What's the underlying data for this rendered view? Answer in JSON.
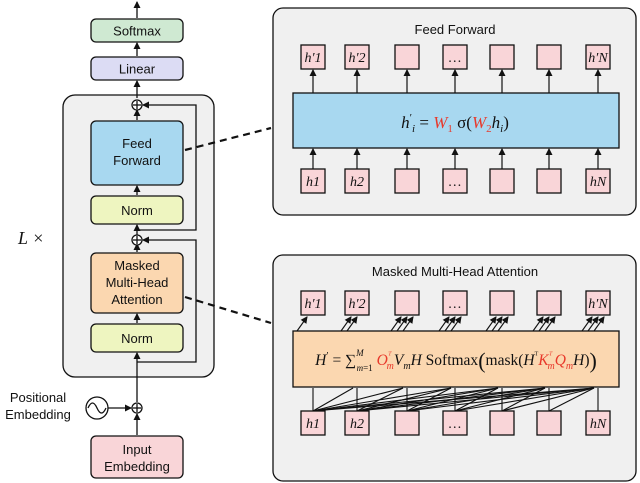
{
  "left": {
    "softmax": "Softmax",
    "linear": "Linear",
    "feed_forward": [
      "Feed",
      "Forward"
    ],
    "norm_top": "Norm",
    "masked_attention": [
      "Masked",
      "Multi-Head",
      "Attention"
    ],
    "norm_bottom": "Norm",
    "repeat_label": "L ×",
    "positional_embedding": [
      "Positional",
      "Embedding"
    ],
    "input_embedding": [
      "Input",
      "Embedding"
    ]
  },
  "feed_forward_panel": {
    "title": "Feed Forward",
    "top_tokens": [
      "h′1",
      "h′2",
      "",
      "…",
      "",
      "",
      "h′N"
    ],
    "bottom_tokens": [
      "h1",
      "h2",
      "",
      "…",
      "",
      "",
      "hN"
    ],
    "formula": "h′i = W1 σ(W2hi)"
  },
  "attention_panel": {
    "title": "Masked Multi-Head Attention",
    "top_tokens": [
      "h′1",
      "h′2",
      "",
      "…",
      "",
      "",
      "h′N"
    ],
    "bottom_tokens": [
      "h1",
      "h2",
      "",
      "…",
      "",
      "",
      "hN"
    ],
    "formula": "H′ = ∑m=1..M OmᵀVmH Softmax(mask(HᵀKmᵀQmH))"
  },
  "colors": {
    "softmax_fill": "#cfe9d2",
    "linear_fill": "#dcdcf4",
    "feed_forward_fill": "#a8d8f0",
    "norm_fill": "#eef5c0",
    "attention_fill": "#fbd7b0",
    "embedding_fill": "#f9d5d8",
    "panel_fill": "#f0f0f0",
    "token_fill": "#f9d5d8",
    "accent_red": "#e8392b"
  }
}
